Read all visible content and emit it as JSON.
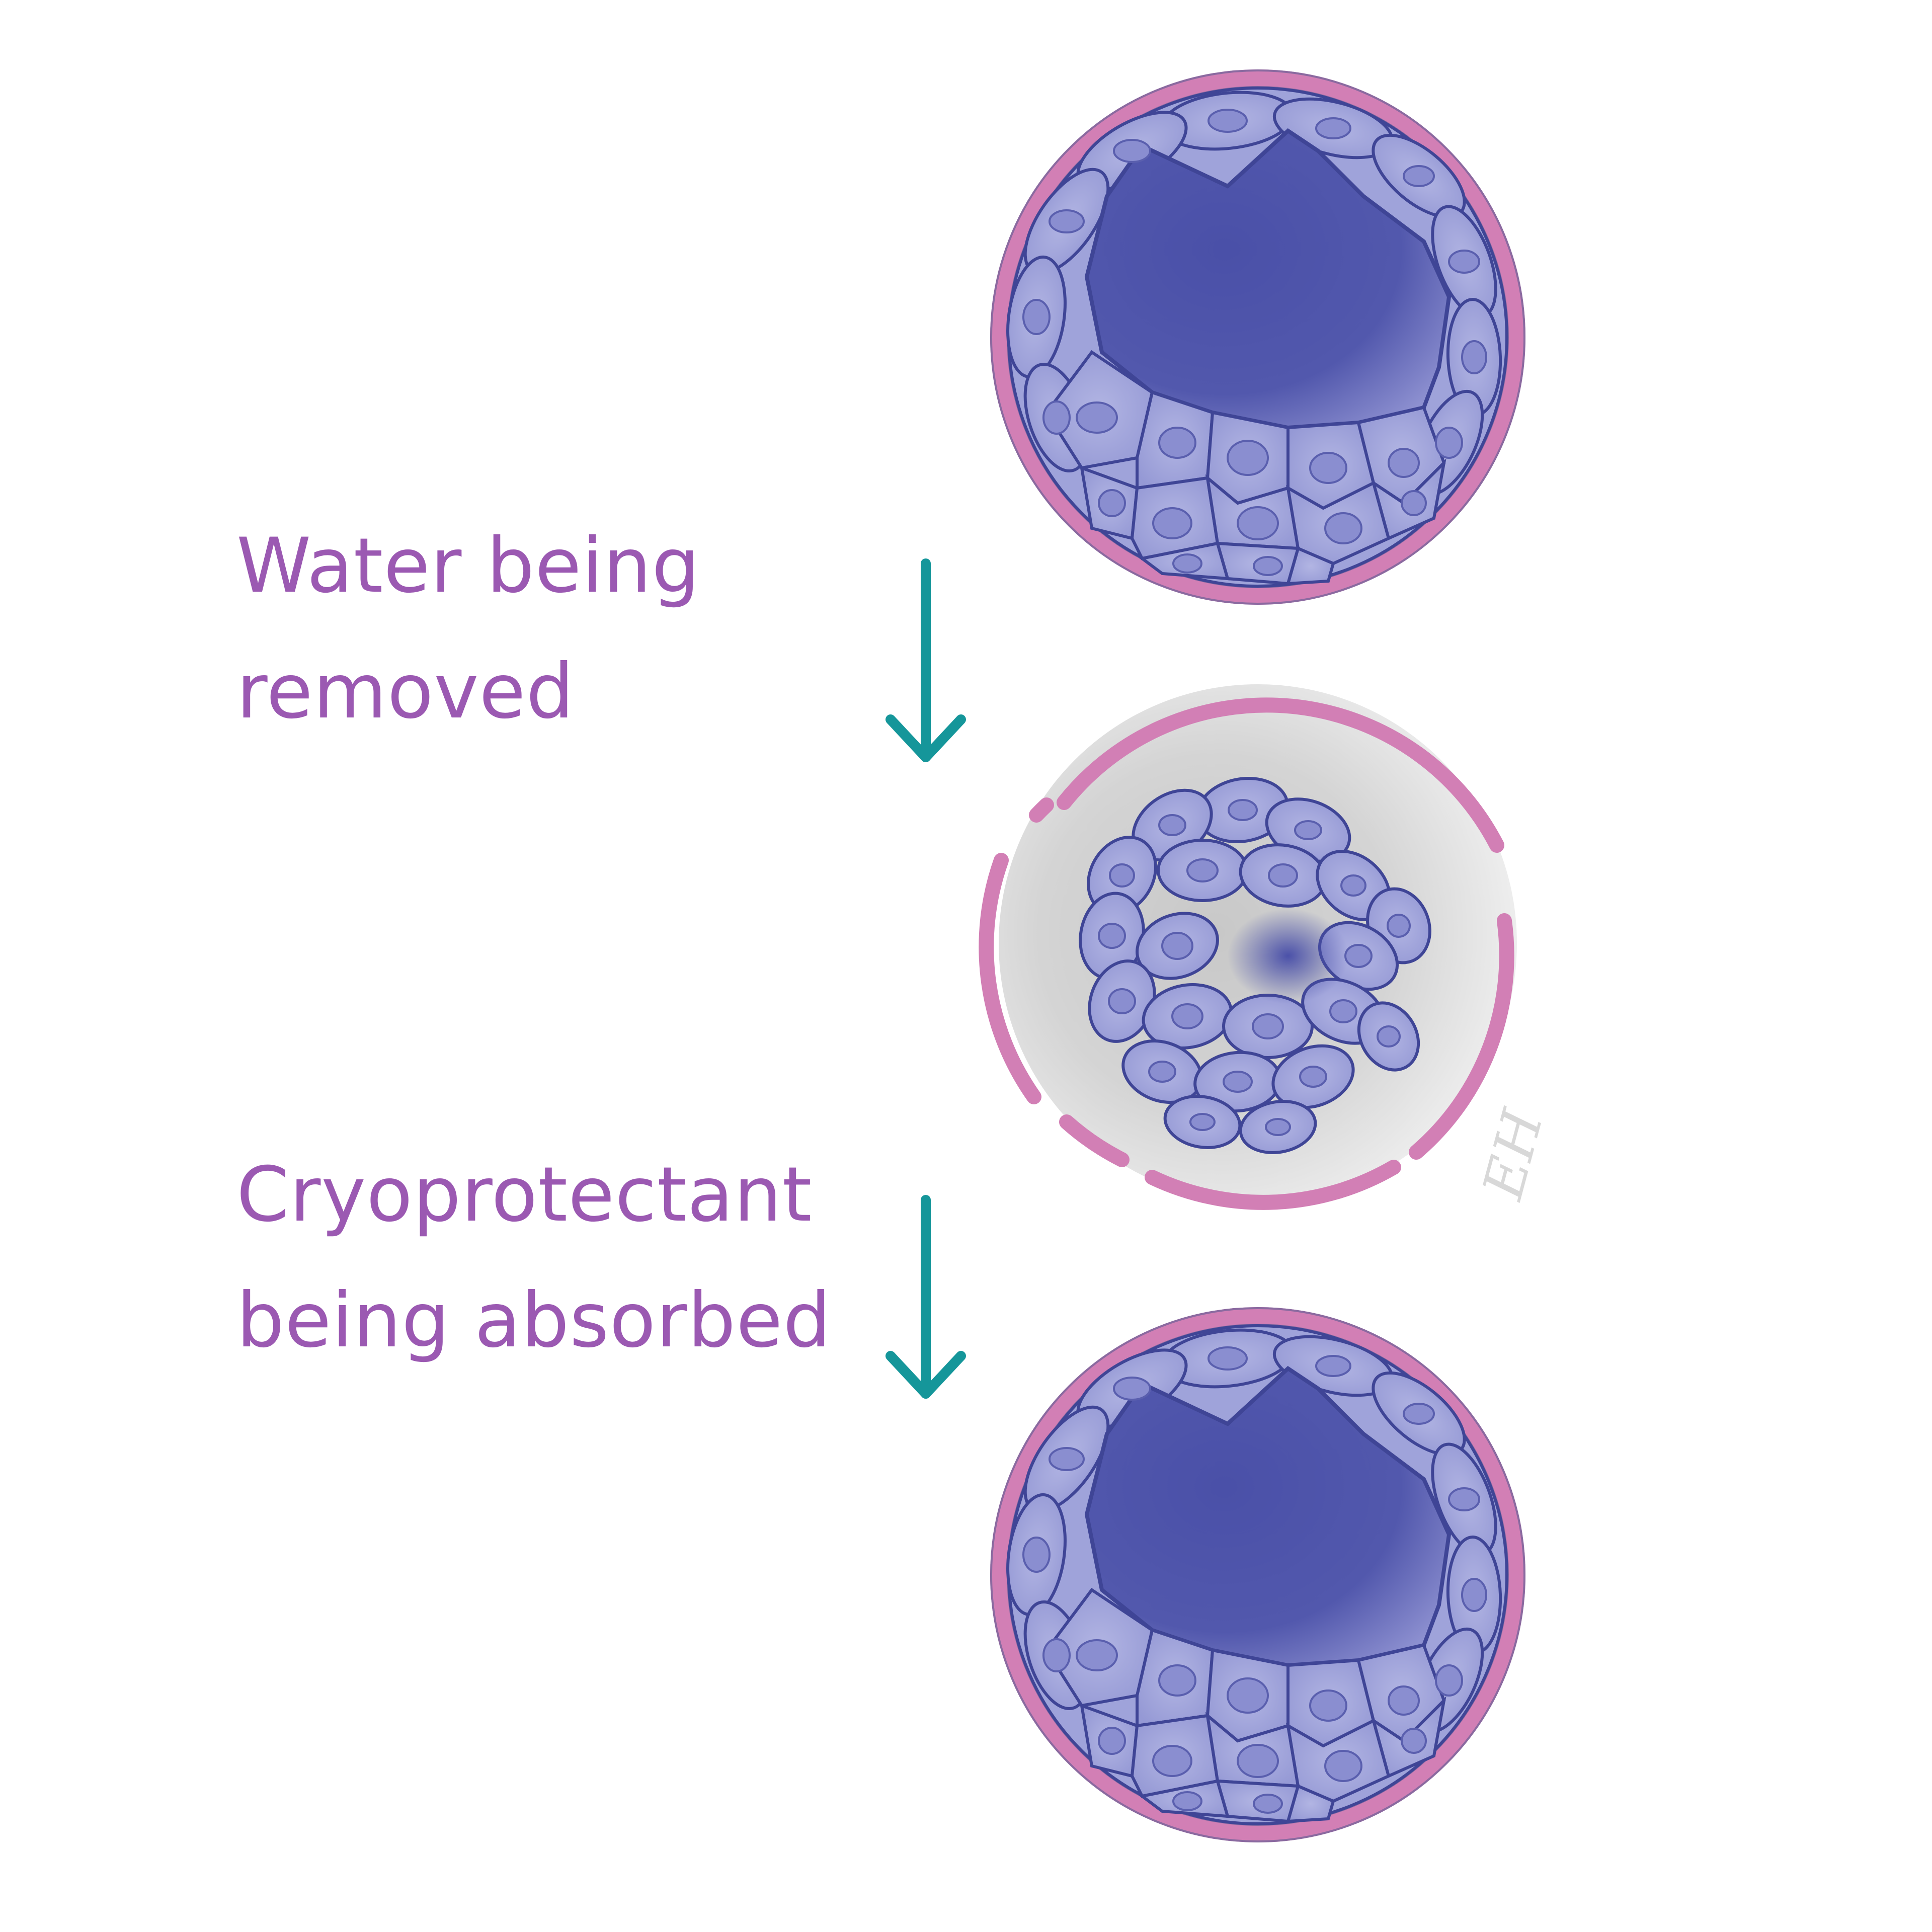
{
  "steps": [
    {
      "lines": [
        "Water being",
        "removed"
      ]
    },
    {
      "lines": [
        "Cryoprotectant",
        "being absorbed"
      ]
    }
  ],
  "embryos": [
    {
      "state": "expanded-blastocyst"
    },
    {
      "state": "collapsed-blastocyst"
    },
    {
      "state": "re-expanded-blastocyst"
    }
  ],
  "artist_mark": "EH",
  "colors": {
    "caption": "#9b59b2",
    "arrow": "#15969a",
    "zona": "#d07fb4",
    "cell_fill": "#9fa3da",
    "cell_stroke": "#3f4596",
    "nucleus": "#8a8ed0",
    "cavity": "#5157ad",
    "collapsed_bg": "#e6e6e6"
  },
  "icons": [
    "arrow-down-icon",
    "arrow-down-icon"
  ]
}
